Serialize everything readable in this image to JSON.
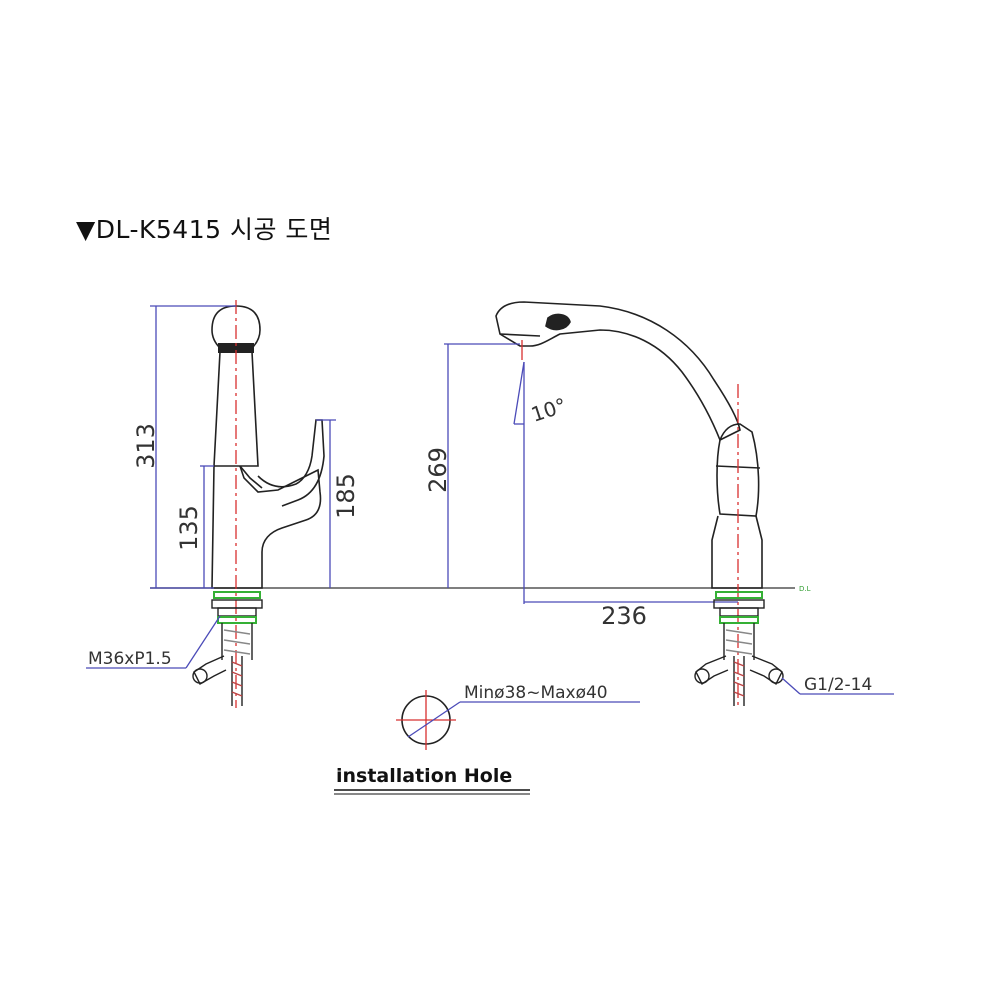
{
  "title": "▼DL-K5415 시공 도면",
  "dimensions": {
    "total_height": "313",
    "body_height": "135",
    "handle_height": "185",
    "spout_height": "269",
    "spout_reach": "236",
    "spout_angle": "10°"
  },
  "labels": {
    "datum_line": "D.L",
    "mount_thread": "M36xP1.5",
    "supply_thread": "G1/2-14",
    "hole_size": "Minø38~Maxø40",
    "hole_caption": "installation Hole"
  },
  "colors": {
    "dimension_line": "#4b4bb8",
    "center_line": "#d83030",
    "gasket": "#35b035",
    "outline": "#222222"
  }
}
